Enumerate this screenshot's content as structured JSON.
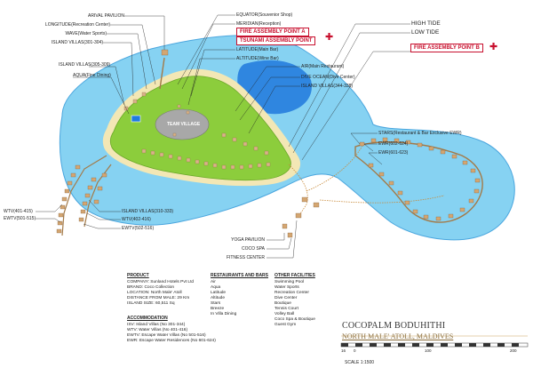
{
  "labels_left": [
    {
      "id": "arival",
      "text": "ARIVAL PAVILION"
    },
    {
      "id": "longitude",
      "text": "LONGITUDE(Recreation Center)"
    },
    {
      "id": "wave",
      "text": "WAVE(Water Sports)"
    },
    {
      "id": "iv301",
      "text": "ISLAND VILLAS(301-304)"
    },
    {
      "id": "iv305",
      "text": "ISLAND VILLAS(305-309)"
    },
    {
      "id": "aqua",
      "text": "AQUA(Fine Dining)"
    },
    {
      "id": "wtv401",
      "text": "WTV(401-415)"
    },
    {
      "id": "ewtv501",
      "text": "EWTV(501-515)"
    },
    {
      "id": "iv310",
      "text": "ISLAND VILLAS(310-333)"
    },
    {
      "id": "wtv402",
      "text": "WTV(402-416)"
    },
    {
      "id": "ewtv502",
      "text": "EWTV(502-516)"
    }
  ],
  "labels_top": [
    {
      "id": "equator",
      "text": "EQUATOR(Souvenior Shop)"
    },
    {
      "id": "meridian",
      "text": "MERIDIAN(Reception)"
    },
    {
      "id": "latitude",
      "text": "LATITUDE(Main Bar)"
    },
    {
      "id": "altitude",
      "text": "ALTITUDE(Wine Bar)"
    },
    {
      "id": "air",
      "text": "AIR(Main Restaurant)"
    },
    {
      "id": "dive",
      "text": "DIVE OCEAN(Dive Center)"
    },
    {
      "id": "iv344",
      "text": "ISLAND VILLAS(344-338)"
    }
  ],
  "labels_right": [
    {
      "id": "stars",
      "text": "STARS(Restaurant & Bar Exclusive EWR)"
    },
    {
      "id": "ewr602",
      "text": "EWR(602-624)"
    },
    {
      "id": "ewr601",
      "text": "EWR(601-623)"
    }
  ],
  "labels_bottom": [
    {
      "id": "yoga",
      "text": "YOGA PAVILION"
    },
    {
      "id": "spa",
      "text": "COCO SPA"
    },
    {
      "id": "fitness",
      "text": "FITNESS CENTER"
    }
  ],
  "assembly": {
    "a": "FIRE ASSEMBLY POINT A",
    "tsunami": "TSUNAMI ASSEMBLY POINT",
    "b": "FIRE ASSEMBLY POINT B"
  },
  "tide": {
    "high": "HIGH TIDE",
    "low": "LOW TIDE"
  },
  "team_village": "TEAM VILLAGE",
  "product": {
    "heading": "PRODUCT",
    "lines": [
      "COMPANY: Sunland Hotels Pvt Ltd",
      "BRAND: Coco Collection",
      "LOCATION: North Male' Atoll",
      "DISTANCE FROM MALE: 29 Km",
      "ISLAND SIZE: 60,511 Sq"
    ]
  },
  "accommodation": {
    "heading": "ACCOMMODATION",
    "lines": [
      "ISV: Island Villas (No 301-344)",
      "WTV: Water Villas (No 401-416)",
      "EWTV: Escape Water Villas (No 501-516)",
      "EWR: Escape Water Residences (No 601-624)"
    ]
  },
  "restaurants": {
    "heading": "RESTAURANTS AND BARS",
    "lines": [
      "Air",
      "Aqua",
      "Latitude",
      "Altitude",
      "Stars",
      "Breeze",
      "In Villa Dining"
    ]
  },
  "facilities": {
    "heading": "OTHER FACILITIES",
    "lines": [
      "Swimming Pool",
      "Water Sports",
      "Recreation Center",
      "Dive Center",
      "Boutique",
      "Tennis Court",
      "Volley Ball",
      "Coco Spa & Boutique",
      "Guest Gym"
    ]
  },
  "title": "COCOPALM BODUHITHI",
  "subtitle": "NORTH MALE' ATOLL, MALDIVES",
  "scale": {
    "text": "SCALE 1:1500",
    "ticks": [
      "16",
      "0",
      "100",
      "200"
    ]
  },
  "colors": {
    "lagoon": "#7fcef0",
    "deep": "#3aa0e8",
    "land": "#8ccd3c",
    "sand": "#f2e6b8",
    "pool": "#1e7be0",
    "villa": "#d8b088",
    "jetty": "#c89a5a",
    "red": "#c8102e"
  }
}
